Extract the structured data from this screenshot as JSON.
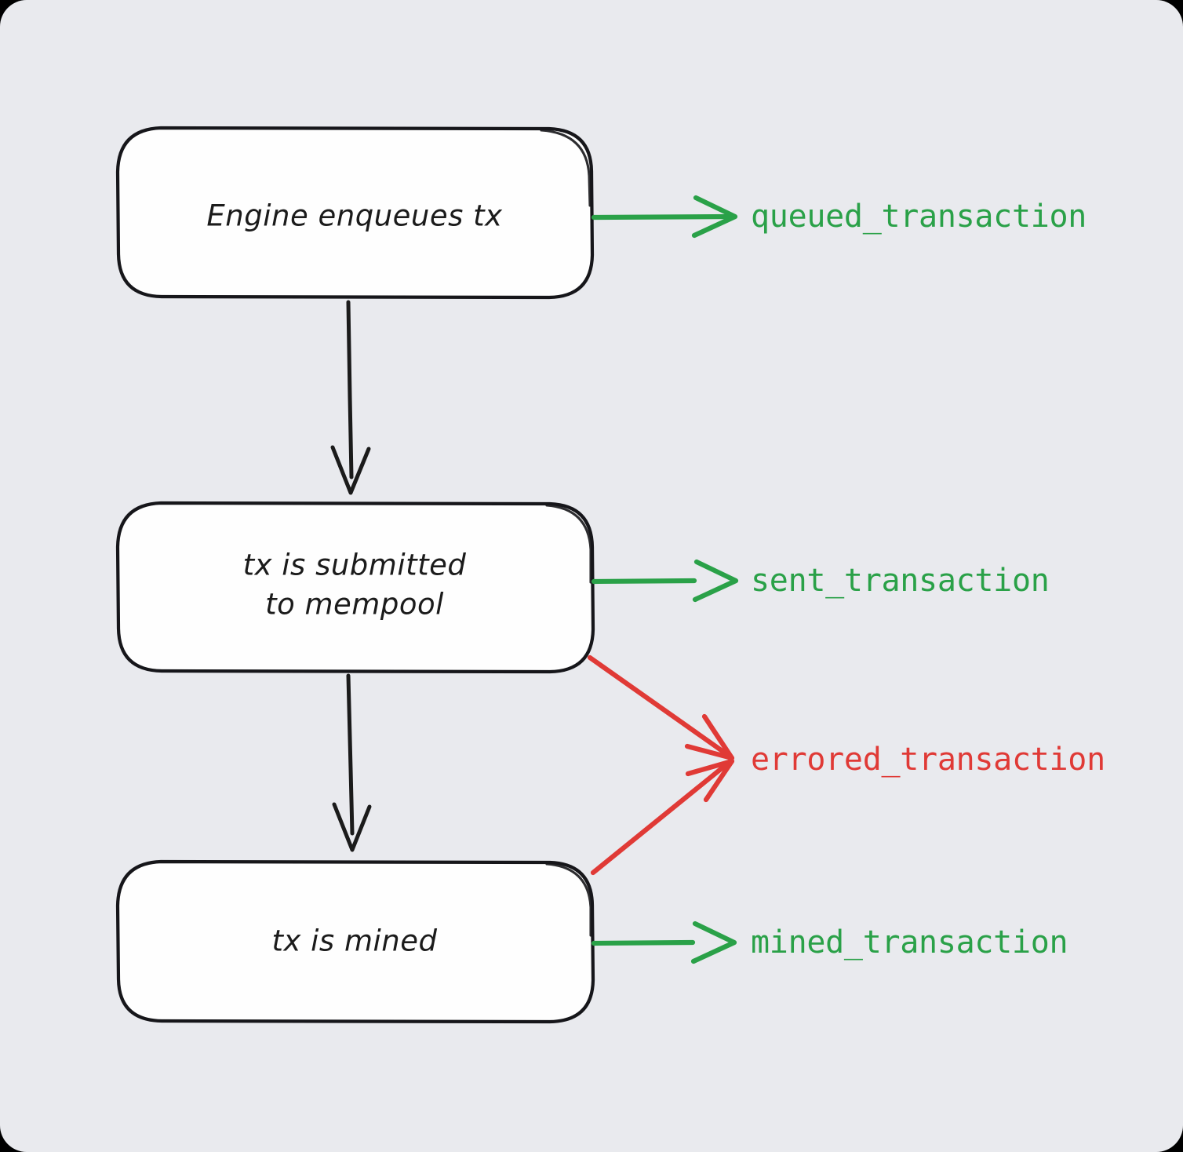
{
  "diagram": {
    "type": "flowchart",
    "direction": "top-to-bottom",
    "background_color": "#e9eaee",
    "node_fill": "#fefefe",
    "node_stroke": "#16161a",
    "colors": {
      "success": "#2aa148",
      "error": "#e03a36",
      "flow": "#1b1b1b"
    },
    "nodes": [
      {
        "id": "enqueue",
        "label": "Engine enqueues tx",
        "lines": [
          "Engine enqueues tx"
        ]
      },
      {
        "id": "submit",
        "label": "tx is submitted to mempool",
        "lines": [
          "tx is submitted",
          "to mempool"
        ]
      },
      {
        "id": "mined",
        "label": "tx is mined",
        "lines": [
          "tx is mined"
        ]
      }
    ],
    "events": [
      {
        "id": "queued",
        "label": "queued_transaction",
        "status": "success",
        "color": "#2aa148",
        "from_node": "enqueue"
      },
      {
        "id": "sent",
        "label": "sent_transaction",
        "status": "success",
        "color": "#2aa148",
        "from_node": "submit"
      },
      {
        "id": "errored",
        "label": "errored_transaction",
        "status": "error",
        "color": "#e03a36",
        "from_nodes": [
          "submit",
          "mined"
        ]
      },
      {
        "id": "mined_event",
        "label": "mined_transaction",
        "status": "success",
        "color": "#2aa148",
        "from_node": "mined"
      }
    ],
    "flow_edges": [
      {
        "from": "enqueue",
        "to": "submit"
      },
      {
        "from": "submit",
        "to": "mined"
      }
    ]
  }
}
